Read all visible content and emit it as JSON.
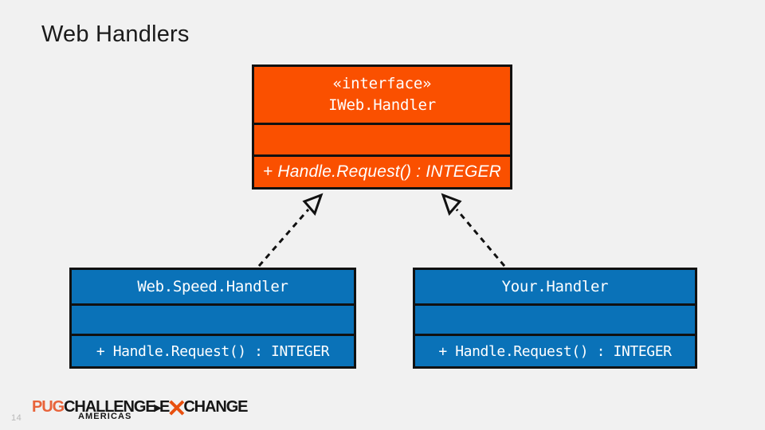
{
  "slide": {
    "title": "Web Handlers",
    "page_number": "14",
    "background_color": "#f1f1f1",
    "title_color": "#1b1b1b"
  },
  "diagram": {
    "type": "uml-class-diagram",
    "interface": {
      "stereotype": "«interface»",
      "name": "IWeb.Handler",
      "attributes": "",
      "operations": "+ Handle.Request() : INTEGER",
      "fill_color": "#fa5000",
      "border_color": "#111111",
      "text_color": "#ffffff"
    },
    "classes": [
      {
        "name": "Web.Speed.Handler",
        "attributes": "",
        "operations": "+ Handle.Request() : INTEGER",
        "fill_color": "#0a72b8",
        "border_color": "#111111",
        "text_color": "#ffffff"
      },
      {
        "name": "Your.Handler",
        "attributes": "",
        "operations": "+ Handle.Request() : INTEGER",
        "fill_color": "#0a72b8",
        "border_color": "#111111",
        "text_color": "#ffffff"
      }
    ],
    "connectors": [
      {
        "kind": "realization",
        "from": "Web.Speed.Handler",
        "to": "IWeb.Handler",
        "line_style": "dashed",
        "arrowhead": "hollow-triangle",
        "color": "#111111"
      },
      {
        "kind": "realization",
        "from": "Your.Handler",
        "to": "IWeb.Handler",
        "line_style": "dashed",
        "arrowhead": "hollow-triangle",
        "color": "#111111"
      }
    ]
  },
  "footer": {
    "logo": {
      "part_pug": "PUG",
      "part_challenge": "CHALLENGE",
      "caret": "▸",
      "part_e": "E",
      "part_x": "✕",
      "part_change": "CHANGE",
      "region": "AMERICAS",
      "accent_color": "#e8500f",
      "dark_color": "#161616"
    }
  }
}
